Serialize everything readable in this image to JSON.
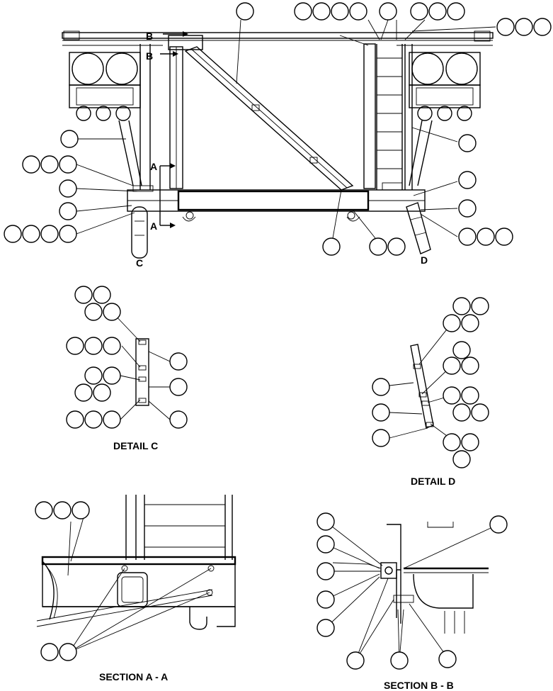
{
  "view_labels": {
    "section_b_top": "B",
    "section_b_bottom": "B",
    "section_a_top": "A",
    "section_a_bottom": "A",
    "detail_c": "C",
    "detail_d": "D"
  },
  "titles": {
    "detail_c": "DETAIL C",
    "detail_d": "DETAIL D",
    "section_a": "SECTION A - A",
    "section_b": "SECTION B - B"
  }
}
